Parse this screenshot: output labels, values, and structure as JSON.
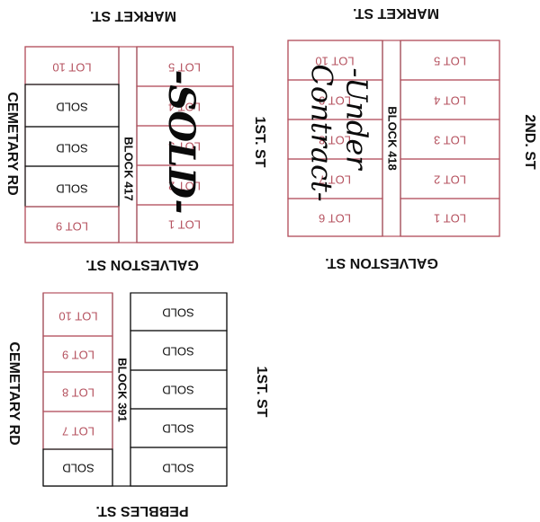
{
  "colors": {
    "lot_red": "#b5525f",
    "ink": "#111111",
    "annotation": "#0a0a0a"
  },
  "streets": {
    "market_left": "MARKET ST.",
    "market_right": "MARKET ST.",
    "galveston_left": "GALVESTON ST.",
    "galveston_right": "GALVESTON ST.",
    "cemetery_top": "CEMETARY RD",
    "cemetery_bottom": "CEMETARY RD",
    "first_top": "1ST. ST",
    "first_bottom": "1ST. ST",
    "second": "2ND. ST",
    "pebbles": "PEBBLES ST."
  },
  "blocks": {
    "b417": {
      "label": "BLOCK 417",
      "left_lots": [
        "LOT 10",
        "SOLD",
        "SOLD",
        "SOLD",
        "LOT 9"
      ],
      "right_lots": [
        "LOT 5",
        "LOT 4",
        "LOT 3",
        "LOT 2",
        "LOT 1"
      ],
      "annotation": "-SOLD-"
    },
    "b418": {
      "label": "BLOCK 418",
      "left_lots": [
        "LOT 10",
        "LOT 9",
        "LOT 8",
        "LOT 7",
        "LOT 6"
      ],
      "right_lots": [
        "LOT 5",
        "LOT 4",
        "LOT 3",
        "LOT 2",
        "LOT 1"
      ],
      "annotation_line1": "-Under",
      "annotation_line2": "Contract-"
    },
    "b391": {
      "label": "BLOCK 391",
      "left_lots": [
        "LOT 10",
        "LOT 9",
        "LOT 8",
        "LOT 7",
        "SOLD"
      ],
      "right_lots": [
        "SOLD",
        "SOLD",
        "SOLD",
        "SOLD",
        "SOLD"
      ]
    }
  }
}
